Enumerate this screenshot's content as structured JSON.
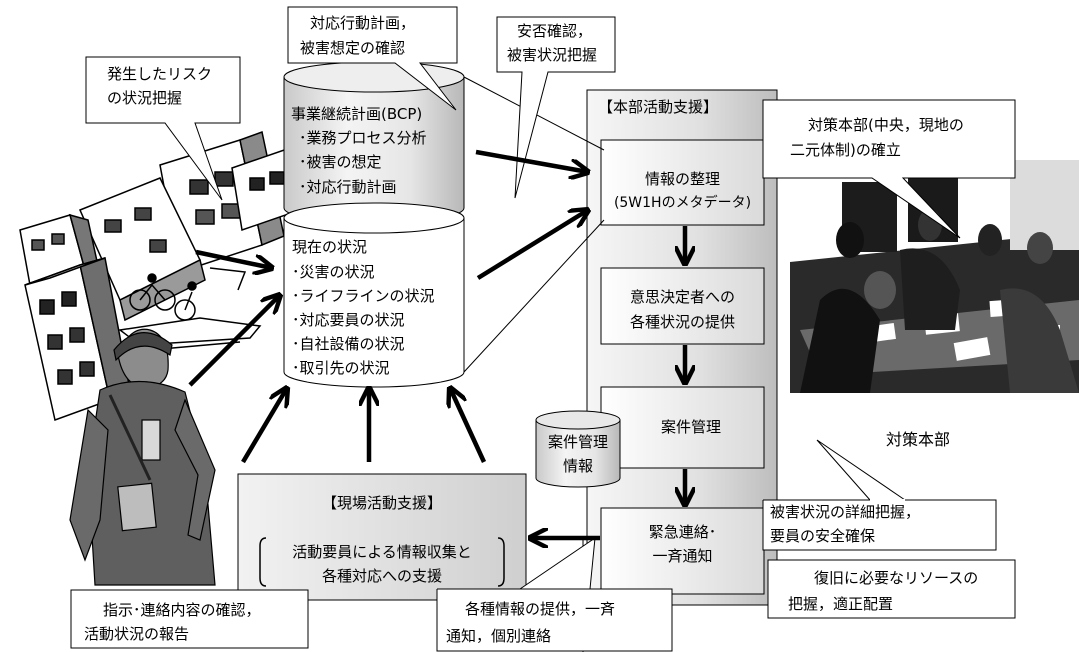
{
  "callouts": {
    "risk": [
      "発生したリスク",
      "の状況把握"
    ],
    "plan_check": [
      "対応行動計画，",
      "被害想定の確認"
    ],
    "safety": [
      "安否確認，",
      "被害状況把握"
    ],
    "hq_setup": [
      "対策本部(中央，現地の",
      "二元体制)の確立"
    ],
    "detail": [
      "被害状況の詳細把握，",
      "要員の安全確保"
    ],
    "resources": [
      "復旧に必要なリソースの",
      "把握，適正配置"
    ],
    "instructions": [
      "指示･連絡内容の確認，",
      "活動状況の報告"
    ],
    "info_provide": [
      "各種情報の提供，一斉",
      "通知，個別連絡"
    ]
  },
  "bcp_cylinder": {
    "title": "事業継続計画(BCP)",
    "items": [
      "･業務プロセス分析",
      "･被害の想定",
      "･対応行動計画"
    ]
  },
  "status_cylinder": {
    "title": "現在の状況",
    "items": [
      "･災害の状況",
      "･ライフラインの状況",
      "･対応要員の状況",
      "･自社設備の状況",
      "･取引先の状況"
    ]
  },
  "hq_panel": {
    "title": "【本部活動支援】",
    "steps": {
      "organize": [
        "情報の整理",
        "(5W1Hのメタデータ)"
      ],
      "decision": [
        "意思決定者への",
        "各種状況の提供"
      ],
      "case_mgmt": "案件管理",
      "emergency": [
        "緊急連絡･",
        "一斉通知"
      ]
    }
  },
  "case_db": [
    "案件管理",
    "情報"
  ],
  "field_box": {
    "title": "【現場活動支援】",
    "lines": [
      "活動要員による情報収集と",
      "各種対応への支援"
    ]
  },
  "hq_label": "対策本部",
  "icons": [
    "collapsed-buildings-illustration",
    "meeting-room-photo",
    "field-worker-illustration"
  ]
}
